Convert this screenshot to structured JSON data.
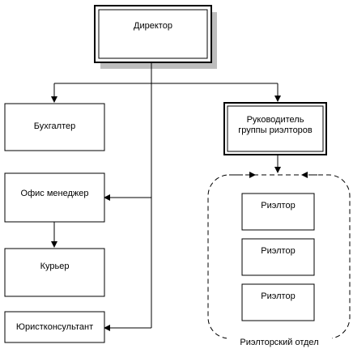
{
  "boxes": {
    "director": "Директор",
    "accountant": "Бухгалтер",
    "office_manager": "Офис менеджер",
    "courier": "Курьер",
    "lawyer": "Юристконсультант",
    "group_head": "Руководитель группы риэлторов",
    "realtor_1": "Риэлтор",
    "realtor_2": "Риэлтор",
    "realtor_3": "Риэлтор"
  },
  "group_label": "Риэлторский отдел",
  "colors": {
    "line": "#000000",
    "shadow": "#bdbdbd"
  }
}
